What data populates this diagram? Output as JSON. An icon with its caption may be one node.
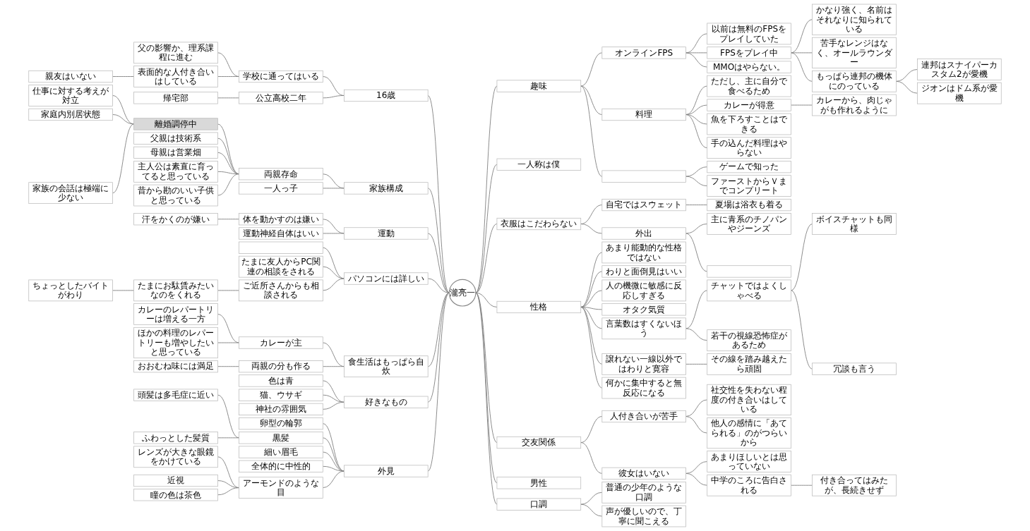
{
  "diagram": {
    "nodes": [
      {
        "text": [
          "瀧亮一"
        ]
      },
      {
        "text": [
          "16歳"
        ]
      },
      {
        "text": [
          "学校に通ってはいる"
        ]
      },
      {
        "text": [
          "父の影響か、理系課程に進む"
        ]
      },
      {
        "text": [
          "表面的な人付き合いはしている"
        ]
      },
      {
        "text": [
          "親友はいない"
        ]
      },
      {
        "text": [
          "公立高校二年"
        ]
      },
      {
        "text": [
          "帰宅部"
        ]
      },
      {
        "text": [
          "家族構成"
        ]
      },
      {
        "text": [
          "両親存命"
        ]
      },
      {
        "text": [
          "離婚調停中"
        ]
      },
      {
        "text": [
          "仕事に対する考えが対立"
        ]
      },
      {
        "text": [
          "家庭内別居状態"
        ]
      },
      {
        "text": [
          "家族の会話は極端に少ない"
        ]
      },
      {
        "text": [
          "父親は技術系"
        ]
      },
      {
        "text": [
          "母親は営業畑"
        ]
      },
      {
        "text": [
          "主人公は素直に育ってると思っている"
        ]
      },
      {
        "text": [
          "昔から勘のいい子供と思っている"
        ]
      },
      {
        "text": [
          "一人っ子"
        ]
      },
      {
        "text": [
          "運動"
        ]
      },
      {
        "text": [
          "体を動かすのは嫌い"
        ]
      },
      {
        "text": [
          "汗をかくのが嫌い"
        ]
      },
      {
        "text": [
          "運動神経自体はいい"
        ]
      },
      {
        "text": [
          "パソコンには詳しい"
        ]
      },
      {
        "text": [],
        "shape": "box"
      },
      {
        "text": [
          "たまに友人からPC関連の相談をされる"
        ]
      },
      {
        "text": [
          "ご近所さんからも相談される"
        ]
      },
      {
        "text": [
          "たまにお駄賃みたいなのをくれる"
        ]
      },
      {
        "text": [
          "ちょっとしたバイトがわり"
        ]
      },
      {
        "text": [
          "食生活はもっぱら自炊"
        ]
      },
      {
        "text": [
          "カレーが主"
        ]
      },
      {
        "text": [
          "カレーのレパートリーは増える一方"
        ]
      },
      {
        "text": [
          "ほかの料理のレパートリーも増やしたいと思っている"
        ]
      },
      {
        "text": [
          "両親の分も作る"
        ]
      },
      {
        "text": [
          "おおむね味には満足"
        ]
      },
      {
        "text": [
          "好きなもの"
        ]
      },
      {
        "text": [
          "色は青"
        ]
      },
      {
        "text": [
          "猫、ウサギ"
        ]
      },
      {
        "text": [
          "神社の雰囲気"
        ]
      },
      {
        "text": [
          "外見"
        ]
      },
      {
        "text": [
          "卵型の輪郭"
        ]
      },
      {
        "text": [
          "黒髪"
        ]
      },
      {
        "text": [
          "頭髪は多毛症に近い"
        ]
      },
      {
        "text": [
          "ふわっとした髪質"
        ]
      },
      {
        "text": [
          "細い眉毛"
        ]
      },
      {
        "text": [
          "全体的に中性的"
        ]
      },
      {
        "text": [
          "アーモンドのような目"
        ]
      },
      {
        "text": [
          "レンズが大きな眼鏡をかけている"
        ]
      },
      {
        "text": [
          "近視"
        ]
      },
      {
        "text": [
          "瞳の色は茶色"
        ]
      },
      {
        "text": [
          "趣味"
        ]
      },
      {
        "text": [
          "オンラインFPS"
        ]
      },
      {
        "text": [
          "以前は無料のFPSをプレイしていた"
        ]
      },
      {
        "text": [
          "FPSをプレイ中"
        ]
      },
      {
        "text": [
          "かなり強く、名前はそれなりに知られている"
        ]
      },
      {
        "text": [
          "苦手なレンジはなく、オールラウンダー"
        ]
      },
      {
        "text": [
          "もっぱら連邦の機体にのっている"
        ]
      },
      {
        "text": [
          "連邦はスナイパーカスタム2が愛機"
        ]
      },
      {
        "text": [
          "ジオンはドム系が愛機"
        ]
      },
      {
        "text": [
          "MMOはやらない。"
        ]
      },
      {
        "text": [
          "料理"
        ]
      },
      {
        "text": [
          "ただし、主に自分で食べるため"
        ]
      },
      {
        "text": [
          "カレーが得意"
        ]
      },
      {
        "text": [
          "カレーから、肉じゃがも作れるように"
        ]
      },
      {
        "text": [
          "魚を下ろすことはできる"
        ]
      },
      {
        "text": [
          "手の込んだ料理はやらない"
        ]
      },
      {
        "text": [],
        "shape": "box"
      },
      {
        "text": [
          "ゲームで知った"
        ]
      },
      {
        "text": [
          "ファーストからＶまでコンプリート"
        ]
      },
      {
        "text": [
          "一人称は僕"
        ]
      },
      {
        "text": [
          "衣服はこだわらない"
        ]
      },
      {
        "text": [
          "自宅ではスウェット"
        ]
      },
      {
        "text": [
          "夏場は浴衣も着る"
        ]
      },
      {
        "text": [
          "外出"
        ]
      },
      {
        "text": [
          "主に青系のチノパンやジーンズ"
        ]
      },
      {
        "text": [],
        "shape": "box"
      },
      {
        "text": [
          "性格"
        ]
      },
      {
        "text": [
          "あまり能動的な性格ではない"
        ]
      },
      {
        "text": [
          "わりと面倒見はいい"
        ]
      },
      {
        "text": [
          "人の機微に敏感に反応しすぎる"
        ]
      },
      {
        "text": [
          "オタク気質"
        ]
      },
      {
        "text": [
          "言葉数はすくないほう"
        ]
      },
      {
        "text": [
          "チャットではよくしゃべる"
        ]
      },
      {
        "text": [
          "ボイスチャットも同様"
        ]
      },
      {
        "text": [
          "冗談も言う"
        ]
      },
      {
        "text": [
          "若干の視線恐怖症があるため"
        ]
      },
      {
        "text": [
          "譲れない一線以外ではわりと寛容"
        ]
      },
      {
        "text": [
          "その線を踏み越えたら頑固"
        ]
      },
      {
        "text": [
          "何かに集中すると無反応になる"
        ]
      },
      {
        "text": [
          "交友関係"
        ]
      },
      {
        "text": [
          "人付き合いが苦手"
        ]
      },
      {
        "text": [
          "社交性を失わない程度の付き合いはしている"
        ]
      },
      {
        "text": [
          "他人の感情に「あてられる」のがつらいから"
        ]
      },
      {
        "text": [
          "彼女はいない"
        ]
      },
      {
        "text": [
          "あまりほしいとは思っていない"
        ]
      },
      {
        "text": [
          "中学のころに告白される"
        ]
      },
      {
        "text": [
          "付き合ってはみたが、長続きせず"
        ]
      },
      {
        "text": [
          "男性"
        ]
      },
      {
        "text": [
          "口調"
        ]
      },
      {
        "text": [
          "普通の少年のような口調"
        ]
      },
      {
        "text": [
          "声が優しいので、丁寧に聞こえる"
        ]
      }
    ],
    "edges": [
      {
        "from": 1,
        "to": 0,
        "arrow": "none"
      },
      {
        "from": 2,
        "to": 1,
        "arrow": "none"
      },
      {
        "from": 3,
        "to": 2,
        "arrow": "none"
      },
      {
        "from": 4,
        "to": 2,
        "arrow": "none"
      },
      {
        "from": 5,
        "to": 4,
        "arrow": "none"
      },
      {
        "from": 6,
        "to": 1,
        "arrow": "none"
      },
      {
        "from": 7,
        "to": 6,
        "arrow": "none"
      },
      {
        "from": 8,
        "to": 0,
        "arrow": "none"
      },
      {
        "from": 9,
        "to": 8,
        "arrow": "none"
      },
      {
        "from": 10,
        "to": 9,
        "arrow": "none"
      },
      {
        "from": 11,
        "to": 10,
        "arrow": "none"
      },
      {
        "from": 12,
        "to": 10,
        "arrow": "none"
      },
      {
        "from": 13,
        "to": 10,
        "arrow": "none"
      },
      {
        "from": 14,
        "to": 9,
        "arrow": "none"
      },
      {
        "from": 15,
        "to": 9,
        "arrow": "none"
      },
      {
        "from": 16,
        "to": 9,
        "arrow": "none"
      },
      {
        "from": 17,
        "to": 9,
        "arrow": "none"
      },
      {
        "from": 18,
        "to": 8,
        "arrow": "none"
      },
      {
        "from": 19,
        "to": 0,
        "arrow": "none"
      },
      {
        "from": 20,
        "to": 19,
        "arrow": "none"
      },
      {
        "from": 21,
        "to": 20,
        "arrow": "none"
      },
      {
        "from": 22,
        "to": 19,
        "arrow": "none"
      },
      {
        "from": 23,
        "to": 0,
        "arrow": "none"
      },
      {
        "from": 24,
        "to": 23,
        "arrow": "none"
      },
      {
        "from": 25,
        "to": 23,
        "arrow": "none"
      },
      {
        "from": 26,
        "to": 23,
        "arrow": "none"
      },
      {
        "from": 27,
        "to": 26,
        "arrow": "none"
      },
      {
        "from": 28,
        "to": 27,
        "arrow": "none"
      },
      {
        "from": 29,
        "to": 0,
        "arrow": "none"
      },
      {
        "from": 30,
        "to": 29,
        "arrow": "none"
      },
      {
        "from": 31,
        "to": 30,
        "arrow": "none"
      },
      {
        "from": 32,
        "to": 30,
        "arrow": "none"
      },
      {
        "from": 33,
        "to": 29,
        "arrow": "none"
      },
      {
        "from": 34,
        "to": 33,
        "arrow": "none"
      },
      {
        "from": 35,
        "to": 0,
        "arrow": "none"
      },
      {
        "from": 36,
        "to": 35,
        "arrow": "none"
      },
      {
        "from": 37,
        "to": 35,
        "arrow": "none"
      },
      {
        "from": 38,
        "to": 35,
        "arrow": "none"
      },
      {
        "from": 39,
        "to": 0,
        "arrow": "none"
      },
      {
        "from": 40,
        "to": 39,
        "arrow": "none"
      },
      {
        "from": 41,
        "to": 39,
        "arrow": "none"
      },
      {
        "from": 42,
        "to": 41,
        "arrow": "none"
      },
      {
        "from": 43,
        "to": 41,
        "arrow": "none"
      },
      {
        "from": 44,
        "to": 39,
        "arrow": "none"
      },
      {
        "from": 45,
        "to": 39,
        "arrow": "none"
      },
      {
        "from": 46,
        "to": 39,
        "arrow": "none"
      },
      {
        "from": 47,
        "to": 46,
        "arrow": "none"
      },
      {
        "from": 48,
        "to": 46,
        "arrow": "none"
      },
      {
        "from": 49,
        "to": 46,
        "arrow": "none"
      },
      {
        "from": 0,
        "to": 50,
        "arrow": "none"
      },
      {
        "from": 50,
        "to": 51,
        "arrow": "none"
      },
      {
        "from": 51,
        "to": 52,
        "arrow": "none"
      },
      {
        "from": 51,
        "to": 53,
        "arrow": "none"
      },
      {
        "from": 53,
        "to": 54,
        "arrow": "none"
      },
      {
        "from": 53,
        "to": 55,
        "arrow": "none"
      },
      {
        "from": 53,
        "to": 56,
        "arrow": "none"
      },
      {
        "from": 56,
        "to": 57,
        "arrow": "none"
      },
      {
        "from": 56,
        "to": 58,
        "arrow": "none"
      },
      {
        "from": 51,
        "to": 59,
        "arrow": "none"
      },
      {
        "from": 50,
        "to": 60,
        "arrow": "none"
      },
      {
        "from": 60,
        "to": 61,
        "arrow": "none"
      },
      {
        "from": 60,
        "to": 62,
        "arrow": "none"
      },
      {
        "from": 62,
        "to": 63,
        "arrow": "none"
      },
      {
        "from": 60,
        "to": 64,
        "arrow": "none"
      },
      {
        "from": 60,
        "to": 65,
        "arrow": "none"
      },
      {
        "from": 50,
        "to": 66,
        "arrow": "none"
      },
      {
        "from": 66,
        "to": 67,
        "arrow": "none"
      },
      {
        "from": 66,
        "to": 68,
        "arrow": "none"
      },
      {
        "from": 0,
        "to": 69,
        "arrow": "none"
      },
      {
        "from": 0,
        "to": 70,
        "arrow": "none"
      },
      {
        "from": 70,
        "to": 71,
        "arrow": "none"
      },
      {
        "from": 71,
        "to": 72,
        "arrow": "none"
      },
      {
        "from": 70,
        "to": 73,
        "arrow": "none"
      },
      {
        "from": 73,
        "to": 74,
        "arrow": "none"
      },
      {
        "from": 73,
        "to": 75,
        "arrow": "none"
      },
      {
        "from": 0,
        "to": 76,
        "arrow": "none"
      },
      {
        "from": 76,
        "to": 77,
        "arrow": "none"
      },
      {
        "from": 76,
        "to": 78,
        "arrow": "none"
      },
      {
        "from": 76,
        "to": 79,
        "arrow": "none"
      },
      {
        "from": 76,
        "to": 80,
        "arrow": "none"
      },
      {
        "from": 76,
        "to": 81,
        "arrow": "none"
      },
      {
        "from": 81,
        "to": 82,
        "arrow": "none"
      },
      {
        "from": 82,
        "to": 83,
        "arrow": "none"
      },
      {
        "from": 82,
        "to": 84,
        "arrow": "none"
      },
      {
        "from": 81,
        "to": 85,
        "arrow": "none"
      },
      {
        "from": 76,
        "to": 86,
        "arrow": "none"
      },
      {
        "from": 86,
        "to": 87,
        "arrow": "none"
      },
      {
        "from": 76,
        "to": 88,
        "arrow": "none"
      },
      {
        "from": 0,
        "to": 89,
        "arrow": "none"
      },
      {
        "from": 89,
        "to": 90,
        "arrow": "none"
      },
      {
        "from": 90,
        "to": 91,
        "arrow": "none"
      },
      {
        "from": 90,
        "to": 92,
        "arrow": "none"
      },
      {
        "from": 89,
        "to": 93,
        "arrow": "none"
      },
      {
        "from": 93,
        "to": 94,
        "arrow": "none"
      },
      {
        "from": 93,
        "to": 95,
        "arrow": "none"
      },
      {
        "from": 95,
        "to": 96,
        "arrow": "none"
      },
      {
        "from": 0,
        "to": 97,
        "arrow": "none"
      },
      {
        "from": 0,
        "to": 98,
        "arrow": "none"
      },
      {
        "from": 98,
        "to": 99,
        "arrow": "none"
      },
      {
        "from": 98,
        "to": 100,
        "arrow": "none"
      }
    ]
  }
}
